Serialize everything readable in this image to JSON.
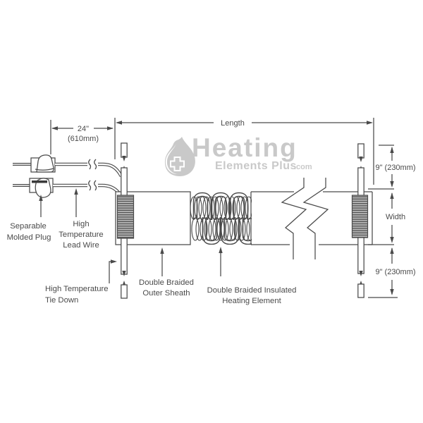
{
  "watermark": {
    "brand": "Heating",
    "brand_sub": "Elements Plus",
    "brand_tld": ".com",
    "color": "#c9c9c9"
  },
  "dimensions": {
    "length": "Length",
    "lead_length": "24\"",
    "lead_length_metric": "(610mm)",
    "tail_top": "9\" (230mm)",
    "width": "Width",
    "tail_bottom": "9\" (230mm)"
  },
  "labels": {
    "plug": [
      "Separable",
      "Molded Plug"
    ],
    "lead_wire": [
      "High",
      "Temperature",
      "Lead Wire"
    ],
    "tie_down": [
      "High Temperature",
      "Tie Down"
    ],
    "outer_sheath": [
      "Double Braided",
      "Outer Sheath"
    ],
    "heating_element": [
      "Double Braided Insulated",
      "Heating Element"
    ]
  },
  "colors": {
    "line": "#4a4a4a",
    "watermark": "#c9c9c9",
    "braid_fill": "#b8b8b8",
    "braid_stripe": "#565656"
  }
}
